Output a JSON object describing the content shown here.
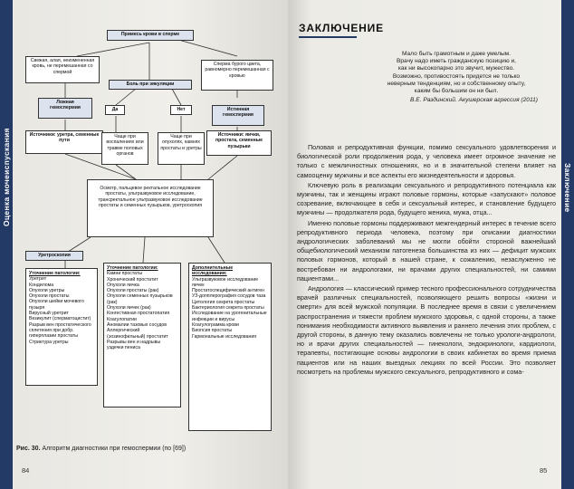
{
  "left_page": {
    "side_tab": "Оценка мочеиспускания",
    "page_number": "84",
    "caption_label": "Рис. 30.",
    "caption_text": "Алгоритм диагностики при гемоспермии (по [69])",
    "flow": {
      "root": "Примесь крови в сперме",
      "n_fresh": "Свежая, алая, неизмененная кровь, не перемешанная со спермой",
      "n_pain": "Боль при эякуляции",
      "n_brown": "Сперма бурого цвета, равномерно перемешанная с кровью",
      "n_false": "Ложная гемоспермия",
      "n_yes": "Да",
      "n_no": "Нет",
      "n_true": "Истинная гемоспермия",
      "n_src_left": "Источники: уретра, семенные пути",
      "n_yes_cause": "Чаще при воспалениях или травме половых органов",
      "n_no_cause": "Чаще при опухолях, камнях простаты и уретры",
      "n_src_right": "Источники: яички, простата, семенные пузырьки",
      "n_exam": "Осмотр, пальцевое ректальное исследование простаты, ультразвуковое исследование, трансректальное ультразвуковое исследование простаты и семенных пузырьков, уретроскопия",
      "n_urethroscopy": "Уретроскопия",
      "col1_head": "Уточнение патологии:",
      "col1": [
        "Уретрит",
        "Кондилома",
        "Опухоли уретры",
        "Опухоли простаты",
        "Опухоли шейки мочевого пузыря",
        "Вирусный уретрит",
        "Везикулит (сперматоцистит)",
        "Разрыв вен простатического сплетения при добр. гиперплазии простаты",
        "Стриктура уретры"
      ],
      "col2_head": "Уточнение патологии:",
      "col2": [
        "Камни простаты",
        "Хронический простатит",
        "Опухоли яичка",
        "Опухоли простаты (рак)",
        "Опухоли семенных пузырьков (рак)",
        "Опухоли яичек (рак)",
        "Конгестивная простатопатия",
        "Коагулопатии",
        "Аномалии тазовых сосудов",
        "Аллергический (эозинофильный) простатит",
        "Разрывы вен и надрывы уздечки пениса"
      ],
      "col3_head": "Дополнительные исследования:",
      "col3": [
        "Ультразвуковое исследование яичек",
        "Простатоспецифический антиген",
        "УЗ-допплерография сосудов таза",
        "Цитология секрета простаты",
        "Бактериология секрета простаты",
        "Исследование на урогенитальные инфекции и вирусы",
        "Коагулограмма крови",
        "Биопсия простаты",
        "Гармональные исследования"
      ]
    }
  },
  "right_page": {
    "side_tab": "Заключение",
    "page_number": "85",
    "title": "ЗАКЛЮЧЕНИЕ",
    "epigraph": [
      "Мало быть грамотным и даже умелым.",
      "Врачу надо иметь гражданскую позицию и,",
      "как ни высокопарно это звучит, мужество.",
      "Возможно, противостоять придется не только",
      "неверным тенденциям, но и собственному опыту,",
      "каким бы большим он ни был."
    ],
    "epigraph_source": "В.Е. Раздинский. Акушерская агрессия (2011)",
    "paragraphs": [
      "Половая и репродуктивная функции, помимо сексуального удовлетворения и биологической роли продолжения рода, у человека имеет огромное значение не только с межличностных отношениях, но и в значительной степени влияет на самооценку мужчины и все аспекты его жизнедеятельности и здоровья.",
      "Ключевую роль в реализации сексуального и репродуктивного потенциала как мужчины, так и женщины играют половые гормоны, которые «запускают» половое созревание, включающее в себя и сексуальный интерес, и становление будущего мужчины — продолжателя рода, будущего жениха, мужа, отца...",
      "Именно половые гормоны поддерживают межгендерный интерес в течение всего репродуктивного периода человека, поэтому при описании диагностики андрологических заболеваний мы не могли обойти стороной важнейший общебиологический механизм патогенеза большинства из них — дефицит мужских половых гормонов, который в нашей стране, к сожалению, незаслуженно не востребован ни андрологами, ни врачами других специальностей, ни самими пациентами...",
      "Андрология — классический пример тесного профессионального сотрудничества врачей различных специальностей, позволяющего решить вопросы «жизни и смерти» для всей мужской популяции. В последнее время в связи с увеличением распространения и тяжести проблем мужского здоровья, с одной стороны, а также понимания необходимости активного выявления и раннего лечения этих проблем, с другой стороны, в данную тему оказались вовлечены не только урологи-андрологи, но и врачи других специальностей — гинекологи, эндокринологи, кардиологи, терапевты, постигающие основы андрологии в своих кабинетах во время приема пациентов или на наших выездных лекциях по всей России. Это позволяет посмотреть на проблемы мужского сексуального, репродуктивного и сома-"
    ]
  }
}
